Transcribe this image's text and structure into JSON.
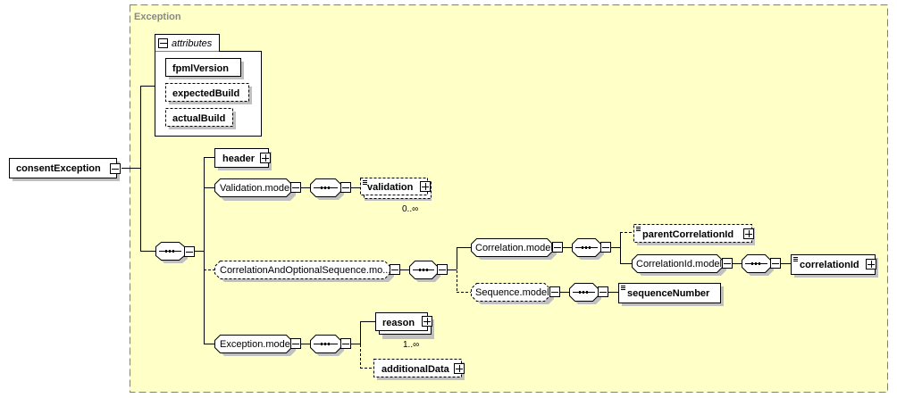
{
  "diagram": {
    "type_label": "Exception",
    "root": {
      "name": "consentException",
      "expander": "minus"
    },
    "attributes": {
      "label": "attributes",
      "items": [
        {
          "name": "fpmlVersion",
          "optional": false
        },
        {
          "name": "expectedBuild",
          "optional": true
        },
        {
          "name": "actualBuild",
          "optional": true
        }
      ]
    },
    "elements": {
      "header": {
        "name": "header",
        "expander": "plus"
      },
      "validation_model": {
        "name": "Validation.model"
      },
      "validation": {
        "name": "validation",
        "occurrence": "0..∞",
        "expander": "plus"
      },
      "corr_opt_seq_model": {
        "name": "CorrelationAndOptionalSequence.mo..."
      },
      "correlation_model": {
        "name": "Correlation.model"
      },
      "parent_correlation_id": {
        "name": "parentCorrelationId",
        "expander": "plus"
      },
      "correlation_id_model": {
        "name": "CorrelationId.model"
      },
      "correlation_id": {
        "name": "correlationId",
        "expander": "plus"
      },
      "sequence_model": {
        "name": "Sequence.model"
      },
      "sequence_number": {
        "name": "sequenceNumber"
      },
      "exception_model": {
        "name": "Exception.model"
      },
      "reason": {
        "name": "reason",
        "occurrence": "1..∞",
        "expander": "plus"
      },
      "additional_data": {
        "name": "additionalData",
        "expander": "plus"
      }
    }
  }
}
